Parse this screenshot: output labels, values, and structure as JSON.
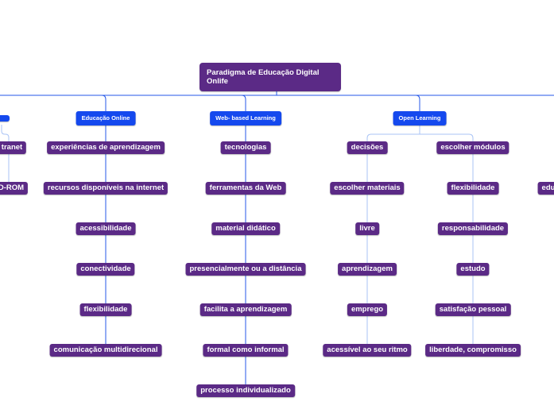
{
  "root": {
    "label": "Paradigma de Educação Digital Onlife"
  },
  "branches": {
    "educacao_online": {
      "label": "Educação Online",
      "items": [
        "experiências de aprendizagem",
        "recursos disponíveis na internet",
        "acessibilidade",
        "conectividade",
        "flexibilidade",
        "comunicação multidirecional"
      ]
    },
    "web_based": {
      "label": "Web- based Learning",
      "items": [
        "tecnologias",
        "ferramentas da Web",
        "material didático",
        "presencialmente ou a distância",
        "facilita a aprendizagem",
        "formal como informal",
        "processo individualizado"
      ]
    },
    "open_learning": {
      "label": "Open Learning",
      "decisoes": {
        "label": "decisões",
        "items": [
          "escolher materiais",
          "livre",
          "aprendizagem",
          "emprego",
          "acessível ao seu ritmo"
        ]
      },
      "modulos": {
        "label": "escolher módulos",
        "items": [
          "flexibilidade",
          "responsabilidade",
          "estudo",
          "satisfação pessoal",
          "liberdade, compromisso"
        ]
      }
    }
  },
  "left_partial": {
    "item1": "tranet",
    "item2": "D-ROM"
  },
  "right_partial": {
    "item1": "edu"
  },
  "colors": {
    "node": "#5b2a86",
    "branch": "#1549ee",
    "line_main": "#2457e8",
    "line_light": "#a9c3f5"
  }
}
